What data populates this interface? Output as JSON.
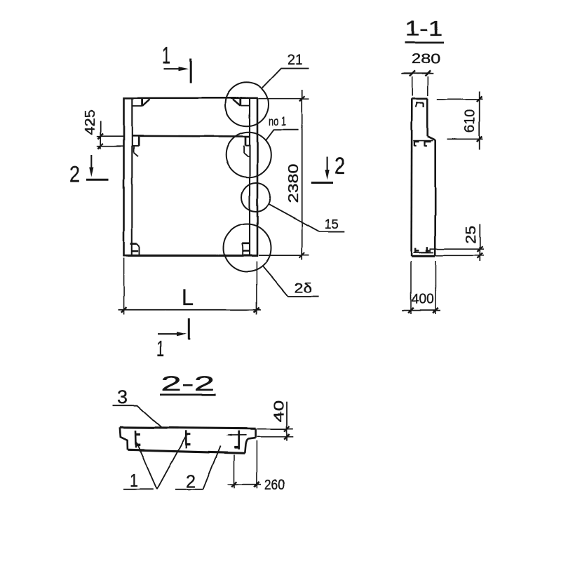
{
  "drawing": {
    "type": "engineering-drawing",
    "ink_color": "#171717",
    "background_color": "#ffffff",
    "plan": {
      "section_mark_top": "1",
      "section_mark_bottom": "1",
      "section_mark_left": "2",
      "section_mark_right": "2",
      "dim_rib_offset": "425",
      "dim_height": "2380",
      "dim_width": "L",
      "callout_top_corner": "21",
      "callout_rib_embed": "no 1",
      "callout_edge": "15",
      "callout_bottom_corner": "2δ"
    },
    "section_1_1": {
      "title": "1-1",
      "dim_top_width": "280",
      "dim_step_height": "610",
      "dim_bottom_lip": "25",
      "dim_bottom_width": "400"
    },
    "section_2_2": {
      "title": "2-2",
      "callout_top_surface": "3",
      "callout_anchors": "1",
      "callout_rib": "2",
      "dim_flange_thickness": "40",
      "dim_edge_width": "260"
    }
  }
}
